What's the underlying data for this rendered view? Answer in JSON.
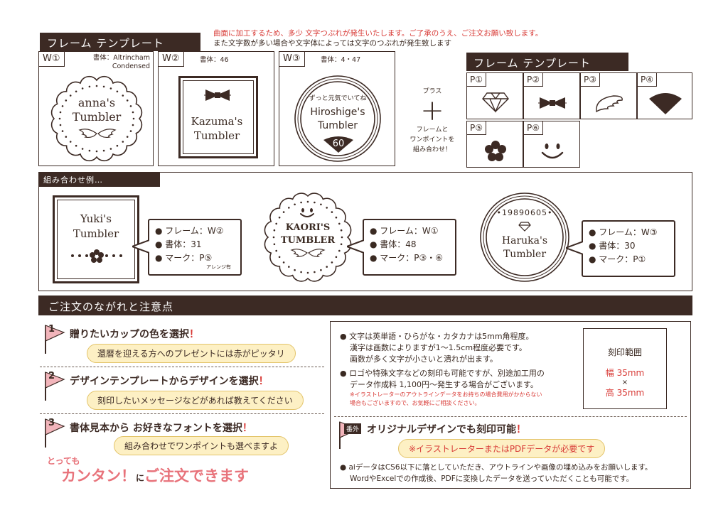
{
  "frame_template_header": "フレーム テンプレート",
  "notice": {
    "line1": "曲面に加工するため、多少 文字つぶれが発生いたします。ご了承のうえ、ご注文お願い致します。",
    "line2": "また文字数が多い場合や文字体によっては文字のつぶれが発生致します"
  },
  "w_frames": [
    {
      "label": "W①",
      "font_label": "書体：Altrincham",
      "font_label2": "Condensed",
      "line1": "anna's",
      "line2": "Tumbler"
    },
    {
      "label": "W②",
      "font_label": "書体：46",
      "line1": "Kazuma's",
      "line2": "Tumbler"
    },
    {
      "label": "W③",
      "font_label": "書体：4・47",
      "small": "ずっと元気でいてね",
      "line1": "Hiroshige's",
      "line2": "Tumbler",
      "number": "60"
    }
  ],
  "plus": {
    "top": "プラス",
    "line1": "フレームと",
    "line2": "ワンポイントを",
    "line3": "組み合わせ！"
  },
  "p_header": "フレーム テンプレート",
  "p_marks": [
    {
      "label": "P①",
      "icon": "diamond-icon"
    },
    {
      "label": "P②",
      "icon": "bowtie-icon"
    },
    {
      "label": "P③",
      "icon": "wing-icon"
    },
    {
      "label": "P④",
      "icon": "fan-icon"
    },
    {
      "label": "P⑤",
      "icon": "flower-icon"
    },
    {
      "label": "P⑥",
      "icon": "smiley-icon"
    }
  ],
  "examples_header": "組み合わせ例…",
  "examples": [
    {
      "line1": "Yuki's",
      "line2": "Tumbler",
      "frame": "フレーム：W②",
      "font": "書体：31",
      "mark": "マーク：P⑤",
      "note": "アレンジ有"
    },
    {
      "line1": "KAORI'S",
      "line2": "TUMBLER",
      "frame": "フレーム：W①",
      "font": "書体：48",
      "mark": "マーク：P③・⑥"
    },
    {
      "top": "•19890605•",
      "line1": "Haruka's",
      "line2": "Tumbler",
      "frame": "フレーム：W③",
      "font": "書体：30",
      "mark": "マーク：P①"
    }
  ],
  "order_header": "ご注文のながれと注意点",
  "steps": [
    {
      "num": "1",
      "title": "贈りたいカップの色を選択",
      "bang": "！",
      "pill": "還暦を迎える方へのプレゼントには赤がピッタリ"
    },
    {
      "num": "2",
      "title": "デザインテンプレートからデザインを選択",
      "bang": "！",
      "pill": "刻印したいメッセージなどがあれば教えてください"
    },
    {
      "num": "3",
      "title": "書体見本から お好きなフォントを選択",
      "bang": "！",
      "pill": "組み合わせでワンポイントも選べますよ"
    }
  ],
  "slogan": {
    "small": "とっても",
    "main_red": "カンタン！",
    "ni": "に",
    "main_red2": "ご注文できます"
  },
  "notes": {
    "n1a": "文字は英単語・ひらがな・カタカナは5mm角程度。",
    "n1b": "漢字は画数によりますが1～1.5cm程度必要です。",
    "n1c": "画数が多く文字が小さいと潰れが出ます。",
    "n2a": "ロゴや特殊文字などの刻印も可能ですが、別途加工用の",
    "n2b": "データ作成料 1,100円～発生する場合がございます。",
    "n2c": "※イラストレーターのアウトラインデータをお持ちの場合費用がかからない",
    "n2d": "場合もございますので、お気軽にご相談ください。"
  },
  "engrave": {
    "title": "刻印範囲",
    "w": "幅 35mm",
    "x": "×",
    "h": "高 35mm"
  },
  "extra": {
    "badge": "番外",
    "title": "オリジナルデザインでも刻印可能",
    "bang": "！",
    "pill": "※イラストレーターまたはPDFデータが必要です",
    "l1": "aiデータはCS6以下に落としていただき、アウトラインや画像の埋め込みをお願いします。",
    "l2": "WordやExcelでの作成後、PDFに変換したデータを送っていただくことも可能です。"
  }
}
